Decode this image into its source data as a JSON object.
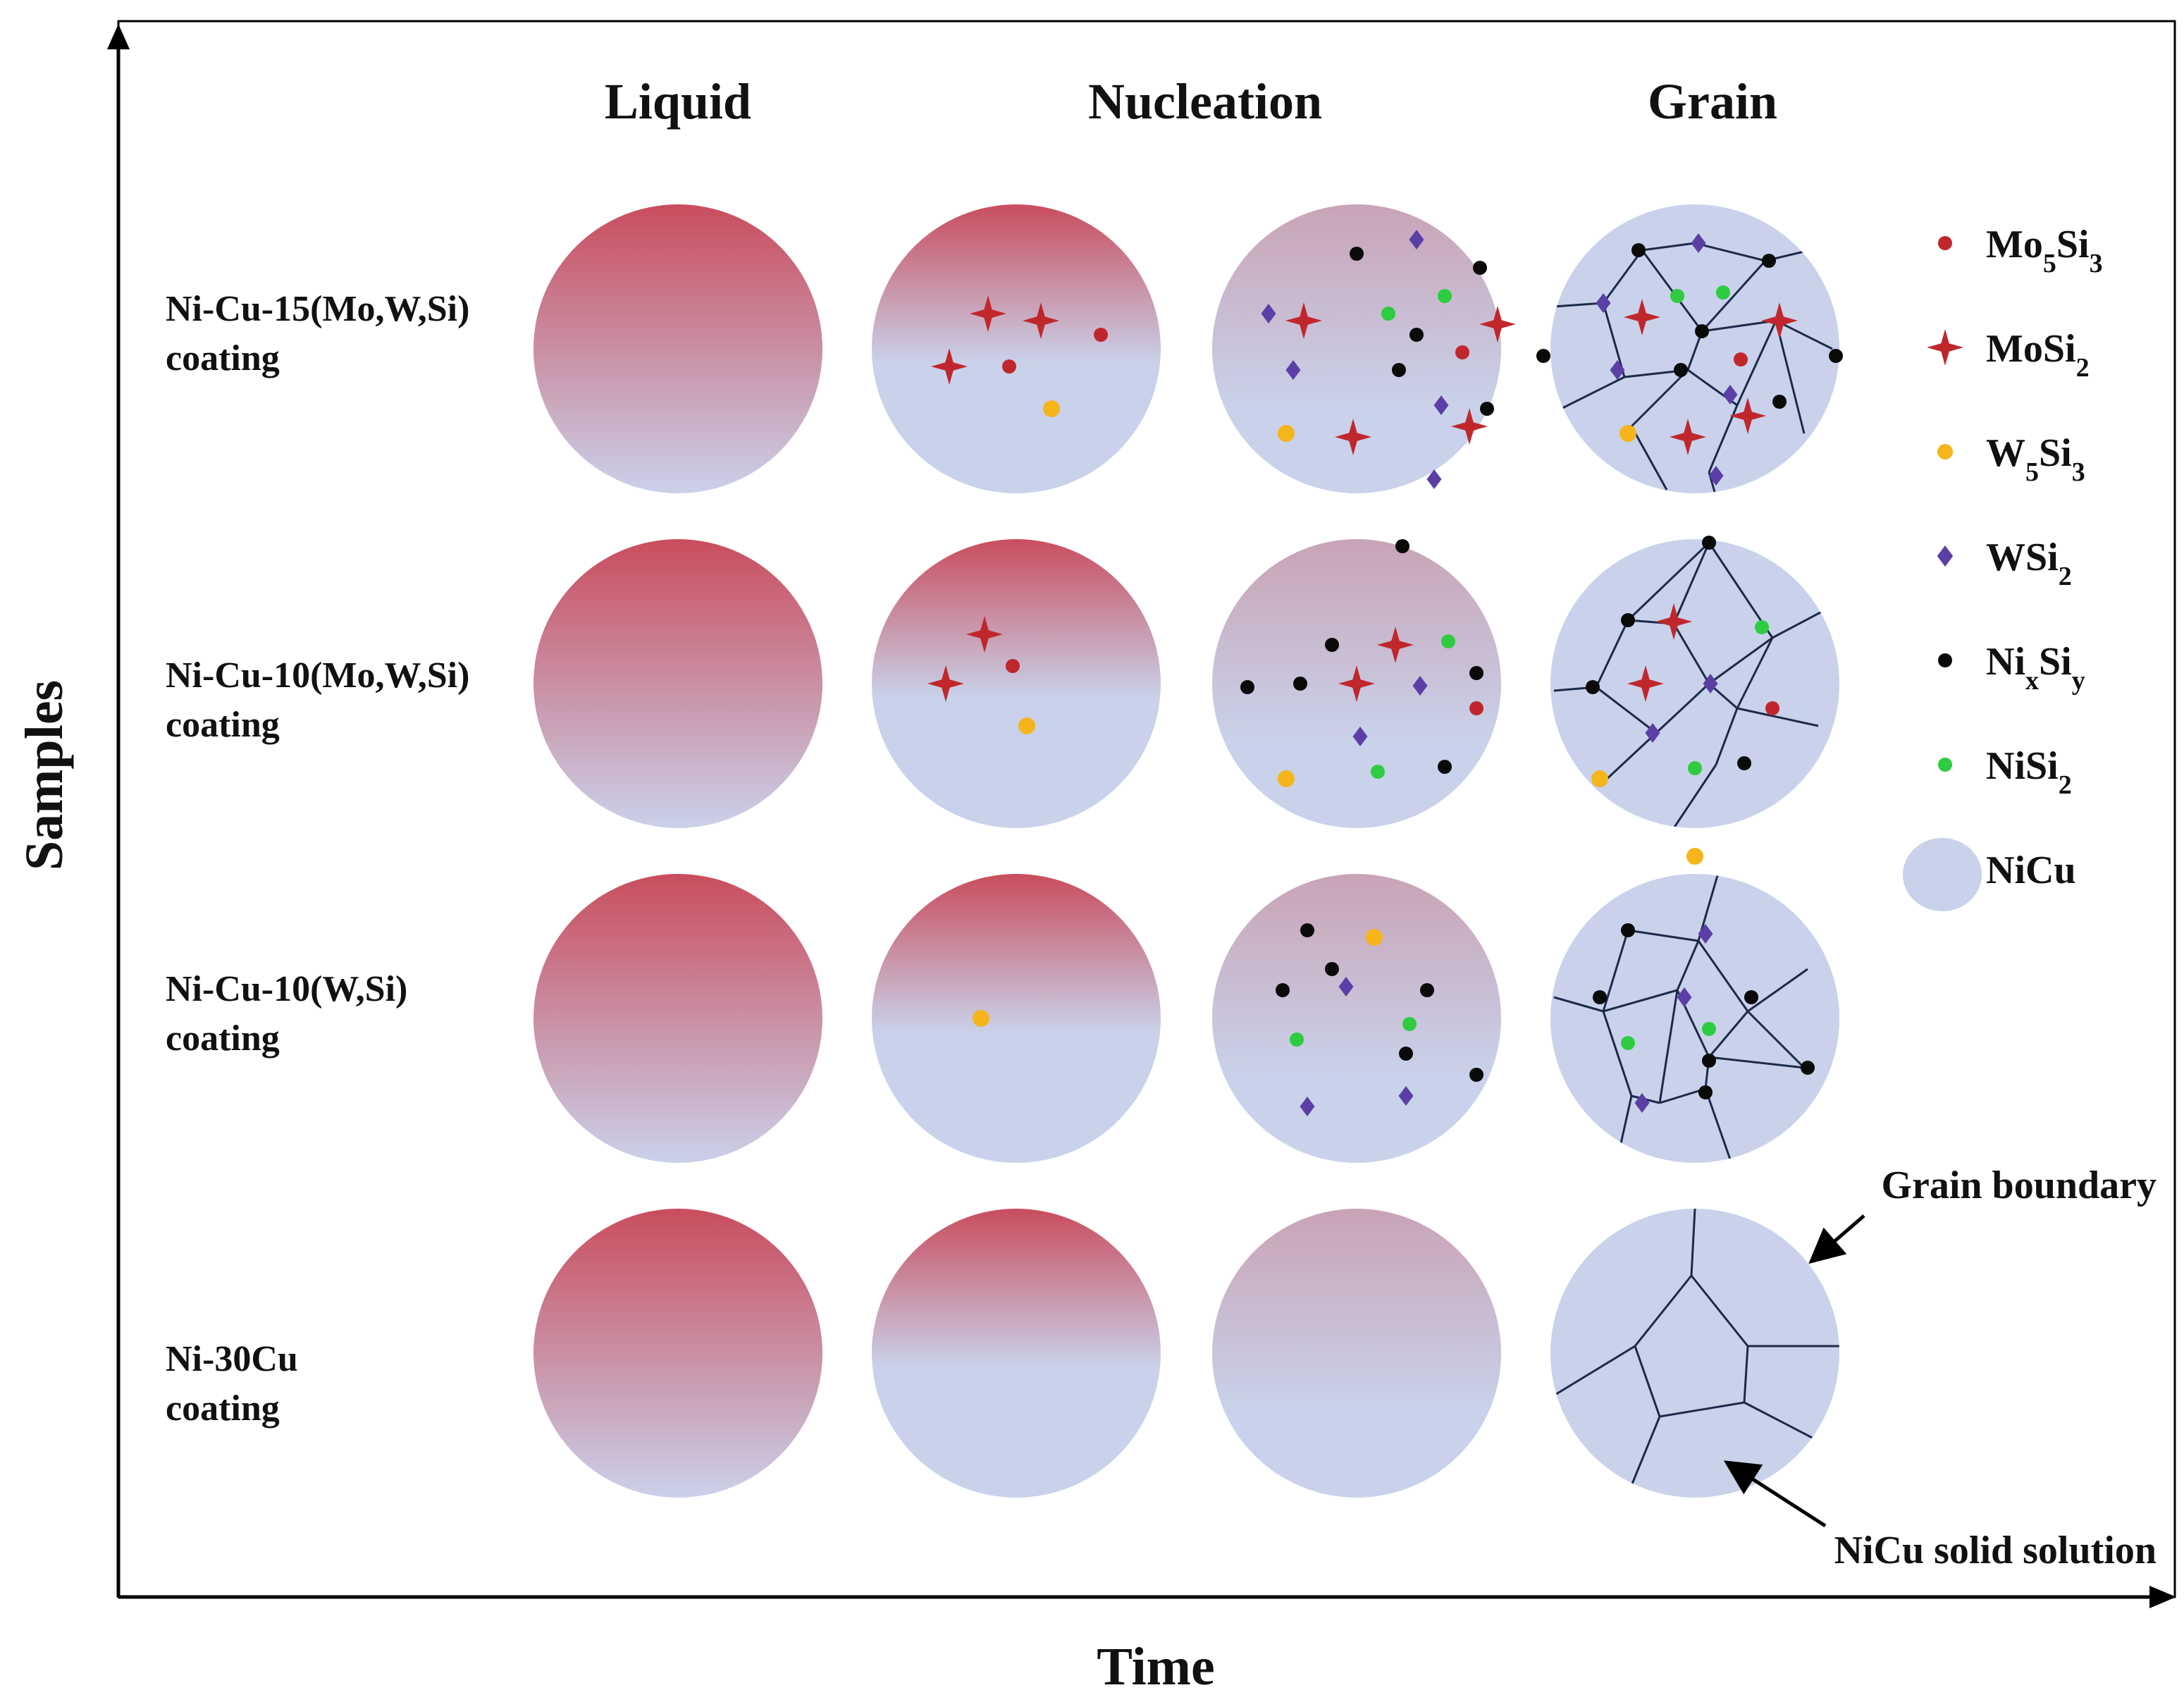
{
  "axes": {
    "y_label": "Samples",
    "x_label": "Time"
  },
  "stage_headers": [
    "Liquid",
    "Nucleation",
    "Grain"
  ],
  "samples": [
    {
      "line1": "Ni-Cu-15(Mo,W,Si)",
      "line2": "coating"
    },
    {
      "line1": "Ni-Cu-10(Mo,W,Si)",
      "line2": "coating"
    },
    {
      "line1": "Ni-Cu-10(W,Si)",
      "line2": "coating"
    },
    {
      "line1": "Ni-30Cu",
      "line2": "coating"
    }
  ],
  "legend": [
    {
      "key": "mo5si3",
      "shape": "dot",
      "color": "#c0272d",
      "base": "Mo",
      "sub1": "5",
      "mid": "Si",
      "sub2": "3"
    },
    {
      "key": "mosi2",
      "shape": "star",
      "color": "#c0272d",
      "base": "MoSi",
      "sub1": "2",
      "mid": "",
      "sub2": ""
    },
    {
      "key": "w5si3",
      "shape": "dot",
      "color": "#f5b51b",
      "base": "W",
      "sub1": "5",
      "mid": "Si",
      "sub2": "3"
    },
    {
      "key": "wsi2",
      "shape": "diamond",
      "color": "#5b3fa6",
      "base": "WSi",
      "sub1": "2",
      "mid": "",
      "sub2": ""
    },
    {
      "key": "nixsiy",
      "shape": "dot",
      "color": "#0a0a0a",
      "base": "Ni",
      "sub1": "x",
      "mid": "Si",
      "sub2": "y"
    },
    {
      "key": "nisi2",
      "shape": "dot",
      "color": "#2ecc40",
      "base": "NiSi",
      "sub1": "2",
      "mid": "",
      "sub2": ""
    },
    {
      "key": "nicu",
      "shape": "disc",
      "color": "#c9d2ea",
      "base": "NiCu",
      "sub1": "",
      "mid": "",
      "sub2": ""
    }
  ],
  "annotations": {
    "grain_boundary": "Grain boundary",
    "solid_solution": "NiCu solid solution"
  },
  "colors": {
    "liquid_top": "#c9505f",
    "liquid_bottom": "#c9d0ea",
    "matrix": "#c9d2ea",
    "boundary": "#1c2a4a"
  }
}
